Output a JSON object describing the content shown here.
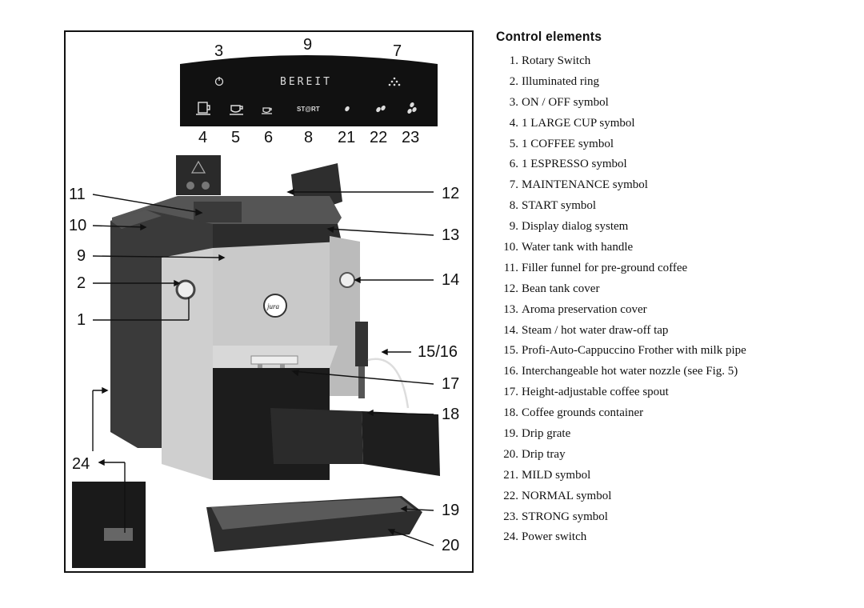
{
  "legend": {
    "title": "Control elements",
    "items": [
      {
        "num": "1.",
        "label": "Rotary Switch"
      },
      {
        "num": "2.",
        "label": "Illuminated ring"
      },
      {
        "num": "3.",
        "label": "ON / OFF symbol"
      },
      {
        "num": "4.",
        "label": "1 LARGE CUP symbol"
      },
      {
        "num": "5.",
        "label": "1 COFFEE symbol"
      },
      {
        "num": "6.",
        "label": "1 ESPRESSO symbol"
      },
      {
        "num": "7.",
        "label": "MAINTENANCE symbol"
      },
      {
        "num": "8.",
        "label": "START symbol"
      },
      {
        "num": "9.",
        "label": "Display dialog system"
      },
      {
        "num": "10.",
        "label": "Water tank with handle"
      },
      {
        "num": "11.",
        "label": "Filler funnel for pre-ground coffee"
      },
      {
        "num": "12.",
        "label": "Bean tank cover"
      },
      {
        "num": "13.",
        "label": "Aroma preservation cover"
      },
      {
        "num": "14.",
        "label": "Steam / hot water draw-off tap"
      },
      {
        "num": "15.",
        "label": "Profi-Auto-Cappuccino Frother with milk pipe"
      },
      {
        "num": "16.",
        "label": "Interchangeable hot water nozzle (see Fig. 5)"
      },
      {
        "num": "17.",
        "label": "Height-adjustable coffee spout"
      },
      {
        "num": "18.",
        "label": "Coffee grounds container"
      },
      {
        "num": "19.",
        "label": "Drip grate"
      },
      {
        "num": "20.",
        "label": "Drip tray"
      },
      {
        "num": "21.",
        "label": "MILD symbol"
      },
      {
        "num": "22.",
        "label": "NORMAL symbol"
      },
      {
        "num": "23.",
        "label": "STRONG symbol"
      },
      {
        "num": "24.",
        "label": "Power switch"
      }
    ]
  },
  "panel": {
    "display_text": "BEREIT",
    "start_label": "ST@RT",
    "top_callouts": [
      "3",
      "9",
      "7"
    ],
    "bottom_callouts": [
      "4",
      "5",
      "6",
      "8",
      "21",
      "22",
      "23"
    ]
  },
  "callouts": {
    "c11": "11",
    "c10": "10",
    "c9": "9",
    "c2": "2",
    "c1": "1",
    "c24": "24",
    "c12": "12",
    "c13": "13",
    "c14": "14",
    "c1516": "15/16",
    "c17": "17",
    "c18": "18",
    "c19": "19",
    "c20": "20"
  },
  "logo": {
    "brand": "jura"
  },
  "colors": {
    "panel": "#111111",
    "machine_silver": "#c9c9c9",
    "machine_dark": "#3a3a3a"
  }
}
